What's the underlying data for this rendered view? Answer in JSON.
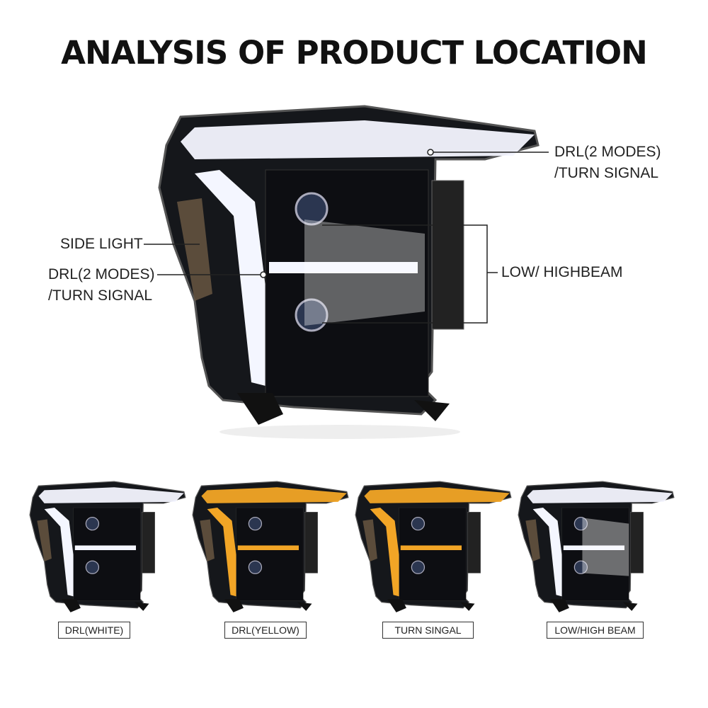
{
  "title": "ANALYSIS OF PRODUCT LOCATION",
  "callouts": {
    "drl_top": [
      "DRL(2 MODES)",
      "/TURN SIGNAL"
    ],
    "side_light": "SIDE LIGHT",
    "drl_left": [
      "DRL(2 MODES)",
      "/TURN SIGNAL"
    ],
    "low_high": "LOW/ HIGHBEAM"
  },
  "modes": [
    {
      "label": "DRL(WHITE)",
      "drl_color": "#f4f6ff",
      "beam": false
    },
    {
      "label": "DRL(YELLOW)",
      "drl_color": "#f2a526",
      "beam": false
    },
    {
      "label": "TURN SINGAL",
      "drl_color": "#f2a526",
      "beam": false
    },
    {
      "label": "LOW/HIGH BEAM",
      "drl_color": "#f4f6ff",
      "beam": true
    }
  ]
}
